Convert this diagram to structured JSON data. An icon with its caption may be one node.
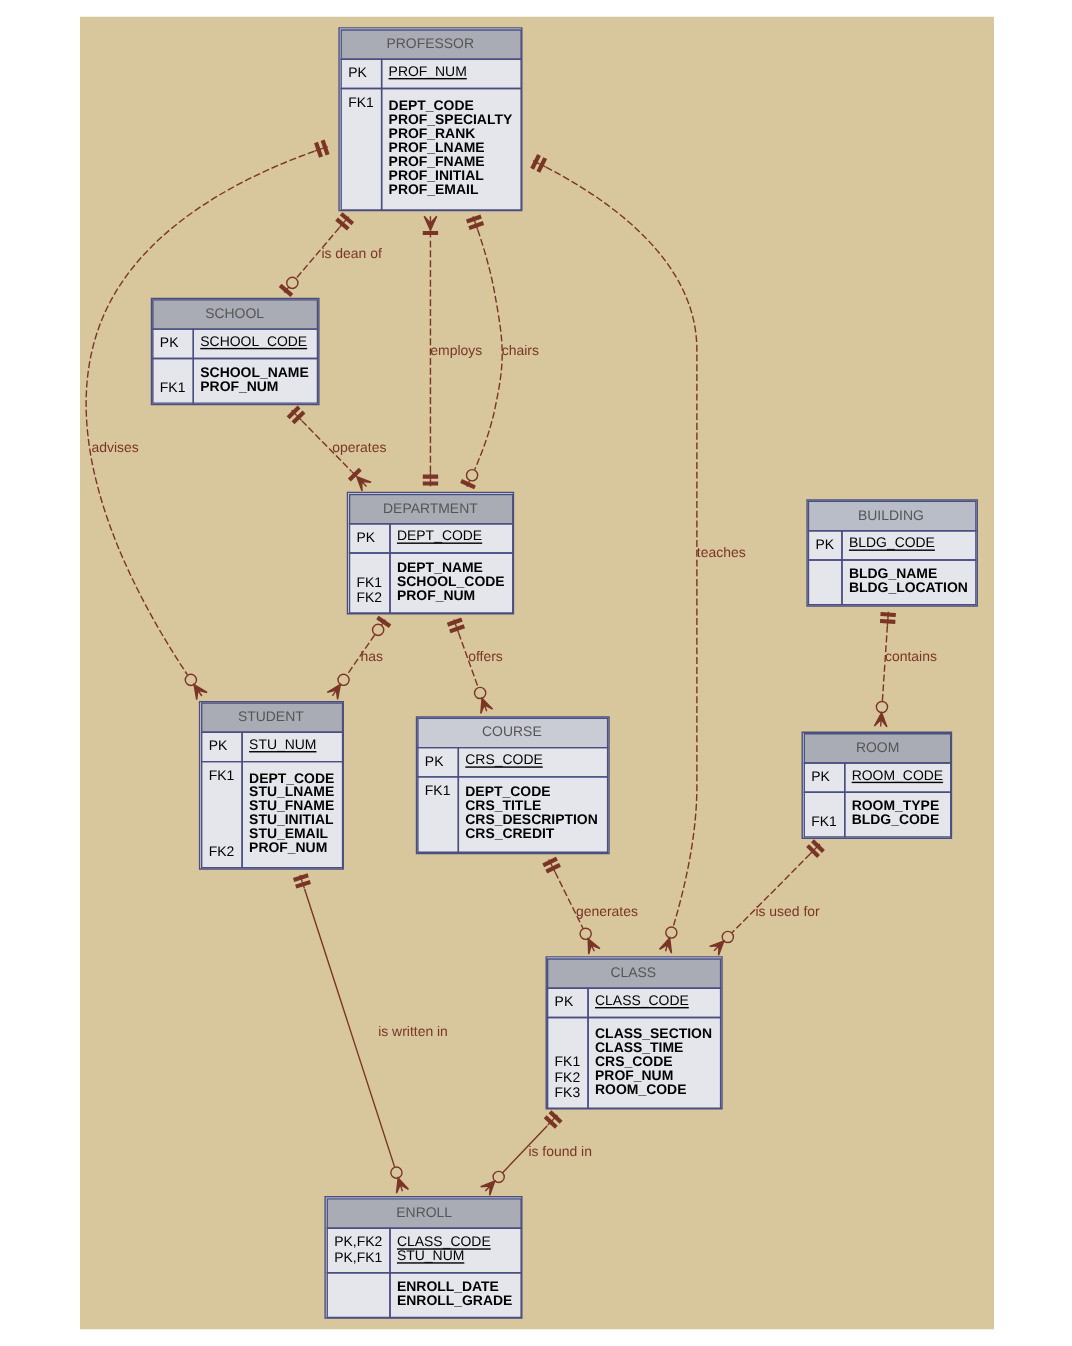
{
  "diagram": {
    "nodes": [
      {
        "text": [
          "PROFESSOR",
          "PK",
          "PROF_NUM",
          "FK1",
          "DEPT_CODE",
          "PROF_SPECIALTY",
          "PROF_RANK",
          "PROF_LNAME",
          "PROF_FNAME",
          "PROF_INITIAL",
          "PROF_EMAIL"
        ]
      },
      {
        "text": [
          "SCHOOL",
          "PK",
          "SCHOOL_CODE",
          "SCHOOL_NAME",
          "FK1",
          "PROF_NUM"
        ]
      },
      {
        "text": [
          "DEPARTMENT",
          "PK",
          "DEPT_CODE",
          "DEPT_NAME",
          "FK1",
          "SCHOOL_CODE",
          "FK2",
          "PROF_NUM"
        ]
      },
      {
        "text": [
          "STUDENT",
          "PK",
          "STU_NUM",
          "FK1",
          "DEPT_CODE",
          "STU_LNAME",
          "STU_FNAME",
          "STU_INITIAL",
          "STU_EMAIL",
          "FK2",
          "PROF_NUM"
        ]
      },
      {
        "text": [
          "CLASS",
          "PK",
          "CLASS_CODE",
          "CLASS_SECTION",
          "CLASS_TIME",
          "FK1",
          "CRS_CODE",
          "FK2",
          "PROF_NUM",
          "FK3",
          "ROOM_CODE"
        ]
      },
      {
        "text": [
          "COURSE",
          "PK",
          "CRS_CODE",
          "FK1",
          "DEPT_CODE",
          "CRS_TITLE",
          "CRS_DESCRIPTION",
          "CRS_CREDIT"
        ]
      },
      {
        "text": [
          "ENROLL",
          "PK,FK2",
          "CLASS_CODE",
          "PK,FK1",
          "STU_NUM",
          "ENROLL_DATE",
          "ENROLL_GRADE"
        ]
      },
      {
        "text": [
          "ROOM",
          "PK",
          "ROOM_CODE",
          "ROOM_TYPE",
          "FK1",
          "BLDG_CODE"
        ]
      },
      {
        "text": [
          "BUILDING",
          "PK",
          "BLDG_CODE",
          "BLDG_NAME",
          "BLDG_LOCATION"
        ]
      }
    ],
    "edges": [
      {
        "from": 0,
        "to": 1,
        "arrow": "other",
        "label": "is dean of",
        "style": "dashed"
      },
      {
        "from": 1,
        "to": 2,
        "arrow": "other",
        "label": "operates",
        "style": "dashed"
      },
      {
        "from": 2,
        "to": 0,
        "arrow": "other",
        "label": "employs",
        "style": "dashed"
      },
      {
        "from": 2,
        "to": 3,
        "arrow": "other",
        "label": "has",
        "style": "dashed"
      },
      {
        "from": 0,
        "to": 2,
        "arrow": "other",
        "label": "chairs",
        "style": "dashed"
      },
      {
        "from": 0,
        "to": 3,
        "arrow": "other",
        "label": "advises",
        "style": "dashed"
      },
      {
        "from": 0,
        "to": 4,
        "arrow": "other",
        "label": "teaches",
        "style": "dashed"
      },
      {
        "from": 2,
        "to": 5,
        "arrow": "other",
        "label": "offers",
        "style": "dashed"
      },
      {
        "from": 5,
        "to": 4,
        "arrow": "other",
        "label": "generates",
        "style": "dashed"
      },
      {
        "from": 7,
        "to": 4,
        "arrow": "other",
        "label": "is used for",
        "style": "dashed"
      },
      {
        "from": 3,
        "to": 6,
        "arrow": "other",
        "label": "is written in"
      },
      {
        "from": 4,
        "to": 6,
        "arrow": "other",
        "label": "is found in"
      },
      {
        "from": 8,
        "to": 7,
        "arrow": "other",
        "label": "contains",
        "style": "dashed"
      }
    ]
  }
}
